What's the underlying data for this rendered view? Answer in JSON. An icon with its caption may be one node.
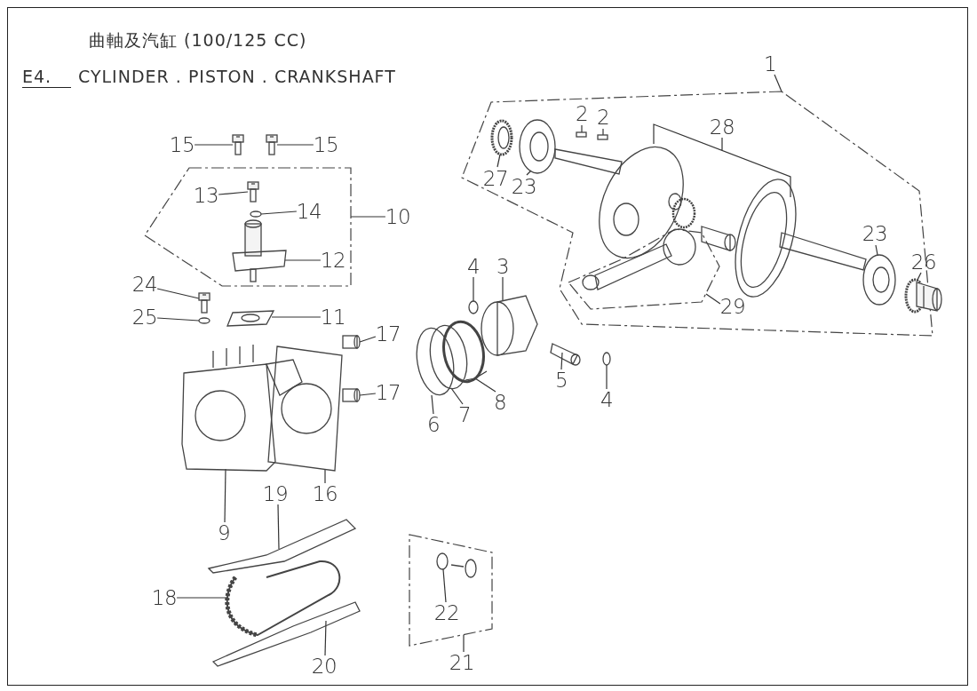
{
  "diagram": {
    "title": "曲軸及汽缸 (100/125 CC)",
    "nodes": [
      {
        "text": [
          "1"
        ]
      },
      {
        "text": [
          "2"
        ],
        "in": 34
      },
      {
        "text": [
          "2"
        ],
        "in": 34
      },
      {
        "text": [
          "28"
        ],
        "in": 34
      },
      {
        "text": [
          "15"
        ]
      },
      {
        "text": [
          "15"
        ]
      },
      {
        "text": [
          "27"
        ],
        "in": 34
      },
      {
        "text": [
          "23"
        ],
        "in": 34
      },
      {
        "text": [
          "13"
        ],
        "in": 44
      },
      {
        "text": [
          "14"
        ],
        "in": 44
      },
      {
        "text": [
          "10"
        ]
      },
      {
        "text": [
          "23"
        ],
        "in": 34
      },
      {
        "text": [
          "12"
        ],
        "in": 44
      },
      {
        "text": [
          "26"
        ],
        "in": 34
      },
      {
        "text": [
          "4"
        ]
      },
      {
        "text": [
          "3"
        ]
      },
      {
        "text": [
          "24"
        ]
      },
      {
        "text": [
          "29"
        ],
        "in": 34
      },
      {
        "text": [
          "25"
        ]
      },
      {
        "text": [
          "11"
        ]
      },
      {
        "text": [
          "17"
        ]
      },
      {
        "text": [
          "5"
        ]
      },
      {
        "text": [
          "17"
        ]
      },
      {
        "text": [
          "8"
        ]
      },
      {
        "text": [
          "4"
        ]
      },
      {
        "text": [
          "7"
        ]
      },
      {
        "text": [
          "6"
        ]
      },
      {
        "text": [
          "16"
        ]
      },
      {
        "text": [
          "19"
        ]
      },
      {
        "text": [
          "9"
        ]
      },
      {
        "text": [
          "18"
        ]
      },
      {
        "text": [
          "22"
        ],
        "in": 66
      },
      {
        "text": [
          "21"
        ]
      },
      {
        "text": [
          "20"
        ]
      },
      {
        "text": [],
        "shape": "box"
      },
      {
        "text": [],
        "shape": "box",
        "in": 34
      },
      {
        "text": [],
        "shape": "box",
        "in": 34
      },
      {
        "text": [],
        "shape": "picture",
        "in": 34
      },
      {
        "text": [],
        "shape": "picture"
      },
      {
        "text": [],
        "shape": "picture"
      },
      {
        "text": [],
        "shape": "picture",
        "in": 34
      },
      {
        "text": [],
        "shape": "picture",
        "in": 34
      },
      {
        "text": [],
        "shape": "picture",
        "in": 44
      },
      {
        "text": [],
        "shape": "circle",
        "in": 44
      },
      {
        "text": [],
        "shape": "box"
      },
      {
        "text": [],
        "shape": "picture",
        "in": 34
      },
      {
        "text": [],
        "shape": "picture",
        "in": 44
      },
      {
        "text": [],
        "shape": "picture",
        "in": 34
      },
      {
        "text": [],
        "shape": "circle"
      },
      {
        "text": [],
        "shape": "picture"
      },
      {
        "text": [],
        "shape": "picture"
      },
      {
        "text": [],
        "shape": "box",
        "in": 34
      },
      {
        "text": [],
        "shape": "circle"
      },
      {
        "text": [],
        "shape": "picture"
      },
      {
        "text": [],
        "shape": "cylinder"
      },
      {
        "text": [],
        "shape": "picture"
      },
      {
        "text": [],
        "shape": "cylinder"
      },
      {
        "text": [],
        "shape": "circle"
      },
      {
        "text": [],
        "shape": "circle"
      },
      {
        "text": [],
        "shape": "circle"
      },
      {
        "text": [],
        "shape": "circle"
      },
      {
        "text": [],
        "shape": "picture"
      },
      {
        "text": [],
        "shape": "picture"
      },
      {
        "text": [],
        "shape": "picture"
      },
      {
        "text": [],
        "shape": "picture"
      },
      {
        "text": [],
        "shape": "circle",
        "in": 66
      },
      {
        "text": [],
        "shape": "box"
      },
      {
        "text": [],
        "shape": "picture"
      }
    ],
    "edges": [
      {
        "from": 0,
        "to": 34,
        "arrow": "none"
      },
      {
        "from": 1,
        "to": 35,
        "arrow": "none"
      },
      {
        "from": 2,
        "to": 36,
        "arrow": "none"
      },
      {
        "from": 3,
        "to": 37,
        "arrow": "none"
      },
      {
        "from": 4,
        "to": 38,
        "arrow": "none"
      },
      {
        "from": 5,
        "to": 39,
        "arrow": "none"
      },
      {
        "from": 6,
        "to": 40,
        "arrow": "none"
      },
      {
        "from": 7,
        "to": 41,
        "arrow": "none"
      },
      {
        "from": 8,
        "to": 42,
        "arrow": "none"
      },
      {
        "from": 9,
        "to": 43,
        "arrow": "none"
      },
      {
        "from": 10,
        "to": 44,
        "arrow": "none"
      },
      {
        "from": 11,
        "to": 45,
        "arrow": "none"
      },
      {
        "from": 12,
        "to": 46,
        "arrow": "none"
      },
      {
        "from": 13,
        "to": 47,
        "arrow": "none"
      },
      {
        "from": 14,
        "to": 48,
        "arrow": "none"
      },
      {
        "from": 15,
        "to": 49,
        "arrow": "none"
      },
      {
        "from": 16,
        "to": 50,
        "arrow": "none"
      },
      {
        "from": 17,
        "to": 51,
        "arrow": "none"
      },
      {
        "from": 18,
        "to": 52,
        "arrow": "none"
      },
      {
        "from": 19,
        "to": 53,
        "arrow": "none"
      },
      {
        "from": 20,
        "to": 54,
        "arrow": "none"
      },
      {
        "from": 21,
        "to": 55,
        "arrow": "none"
      },
      {
        "from": 22,
        "to": 56,
        "arrow": "none"
      },
      {
        "from": 23,
        "to": 57,
        "arrow": "none"
      },
      {
        "from": 24,
        "to": 58,
        "arrow": "none"
      },
      {
        "from": 25,
        "to": 59,
        "arrow": "none"
      },
      {
        "from": 26,
        "to": 60,
        "arrow": "none"
      },
      {
        "from": 27,
        "to": 61,
        "arrow": "none"
      },
      {
        "from": 28,
        "to": 62,
        "arrow": "none"
      },
      {
        "from": 29,
        "to": 63,
        "arrow": "none"
      },
      {
        "from": 30,
        "to": 64,
        "arrow": "none"
      },
      {
        "from": 31,
        "to": 65,
        "arrow": "none"
      },
      {
        "from": 32,
        "to": 66,
        "arrow": "none"
      },
      {
        "from": 33,
        "to": 67,
        "arrow": "none"
      }
    ],
    "labels": [
      "E4.",
      "CYLINDER . PISTON . CRANKSHAFT"
    ]
  }
}
